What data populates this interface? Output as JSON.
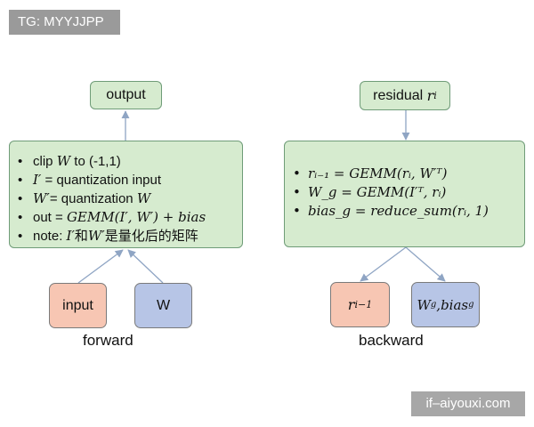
{
  "tag": "TG: MYYJJPP",
  "watermark": "if–aiyouxi.com",
  "forward": {
    "output_label": "output",
    "bullets": [
      {
        "pre": "clip ",
        "math": "W",
        "post": " to (-1,1)"
      },
      {
        "math": "I′",
        "post": "  = quantization input"
      },
      {
        "math": "W′",
        "post": "= quantization ",
        "math2": "W"
      },
      {
        "pre": "out = ",
        "math": "GEMM(I′, W′) + bias"
      },
      {
        "pre": "note: ",
        "math": "I′",
        "mid": "和",
        "math2": "W′",
        "post": "是量化后的矩阵"
      }
    ],
    "input_label": "input",
    "w_label": "W",
    "caption": "forward"
  },
  "backward": {
    "residual_text": "residual",
    "residual_math": "r",
    "residual_sub": "i",
    "bullets": [
      "rᵢ₋₁ = GEMM(rᵢ, W′ᵀ)",
      "W_g = GEMM(I′ᵀ, rᵢ)",
      "bias_g = reduce_sum(rᵢ, 1)"
    ],
    "r_box": {
      "base": "r",
      "sub": "i−1"
    },
    "wg_box": {
      "w": "W",
      "wsub": "g",
      "sep": ", ",
      "b": "bias",
      "bsub": "g"
    },
    "caption": "backward"
  },
  "colors": {
    "green_fill": "#d6ebcf",
    "green_border": "#6f9c78",
    "pink": "#f7c6b3",
    "blue": "#b7c5e6",
    "arrow": "#8fa5c4"
  }
}
